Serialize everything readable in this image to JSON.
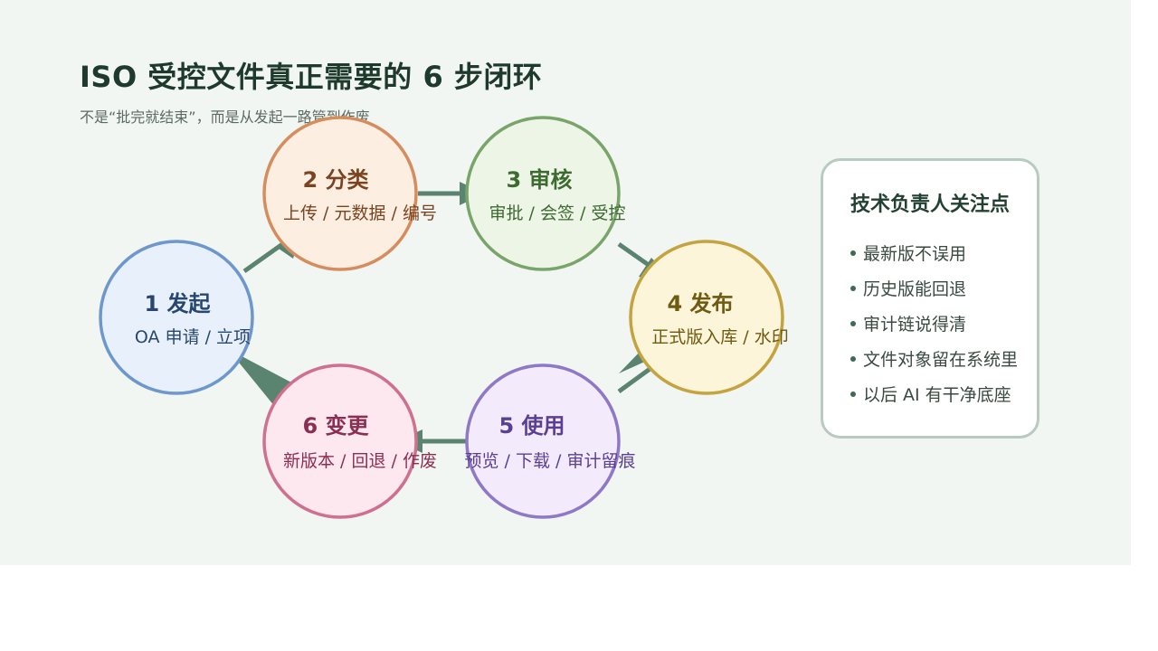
{
  "title": "ISO 受控文件真正需要的 6 步闭环",
  "subtitle": "不是“批完就结束”，而是从发起一路管到作废",
  "steps": [
    {
      "label": "1 发起",
      "desc": "OA 申请 / 立项",
      "fill": "#e8f0fc",
      "stroke": "#6e97cc",
      "label_color": "#27476e",
      "desc_color": "#27476e"
    },
    {
      "label": "2 分类",
      "desc": "上传 / 元数据 / 编号",
      "fill": "#fdeee2",
      "stroke": "#d68d5e",
      "label_color": "#7a4420",
      "desc_color": "#7a4420"
    },
    {
      "label": "3 审核",
      "desc": "审批 / 会签 / 受控",
      "fill": "#edf5e6",
      "stroke": "#7aa56a",
      "label_color": "#3d6a31",
      "desc_color": "#3d6a31"
    },
    {
      "label": "4 发布",
      "desc": "正式版入库 / 水印",
      "fill": "#fdf5d9",
      "stroke": "#c4a440",
      "label_color": "#6e5a10",
      "desc_color": "#6e5a10"
    },
    {
      "label": "5 使用",
      "desc": "预览 / 下载 / 审计留痕",
      "fill": "#f3eafc",
      "stroke": "#8f78c6",
      "label_color": "#5b3f95",
      "desc_color": "#5b3f95"
    },
    {
      "label": "6 变更",
      "desc": "新版本 / 回退 / 作废",
      "fill": "#fde8ef",
      "stroke": "#d07091",
      "label_color": "#8b2f52",
      "desc_color": "#8b2f52"
    }
  ],
  "arrow_color": "#5b8470",
  "card": {
    "title": "技术负责人关注点",
    "items": [
      "最新版不误用",
      "历史版能回退",
      "审计链说得清",
      "文件对象留在系统里",
      "以后 AI 有干净底座"
    ]
  }
}
